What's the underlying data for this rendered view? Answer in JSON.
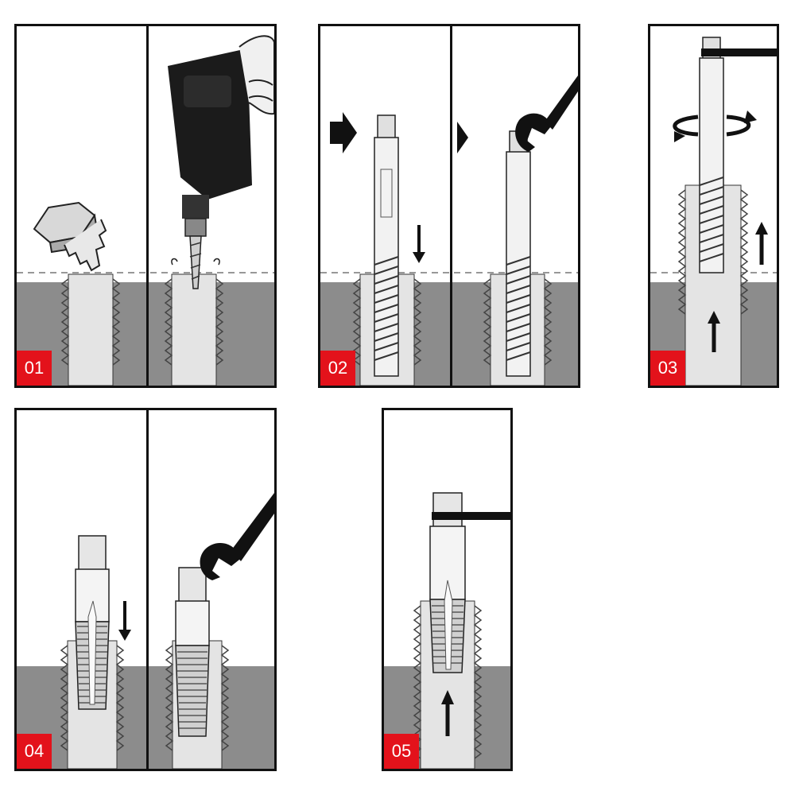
{
  "steps": [
    {
      "label": "01"
    },
    {
      "label": "02"
    },
    {
      "label": "03"
    },
    {
      "label": "04"
    },
    {
      "label": "05"
    }
  ],
  "colors": {
    "ground": "#8c8c8c",
    "hole": "#e4e4e4",
    "badge": "#e3121b",
    "ink": "#111111"
  }
}
